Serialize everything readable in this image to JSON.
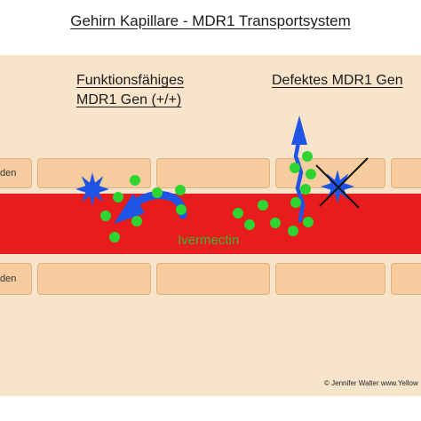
{
  "title": "Gehirn Kapillare - MDR1 Transportsystem",
  "label_functional": [
    "Funktionsfähiges",
    "MDR1 Gen (+/+)"
  ],
  "label_defective": "Defektes MDR1 Gen",
  "side_label_top": "den",
  "side_label_bottom": "den",
  "drug_label": "Ivermectin",
  "credit": "© Jennifer Walter www.Yellow",
  "colors": {
    "background": "#f8e4cb",
    "cell": "#f6cc9f",
    "vessel": "#e81c1c",
    "molecule": "#2fd52f",
    "transporter": "#1f55e6",
    "cross": "#111111"
  },
  "icons": [
    "transporter-star-icon",
    "efflux-arrow-icon",
    "leak-arrow-icon",
    "cross-icon"
  ]
}
